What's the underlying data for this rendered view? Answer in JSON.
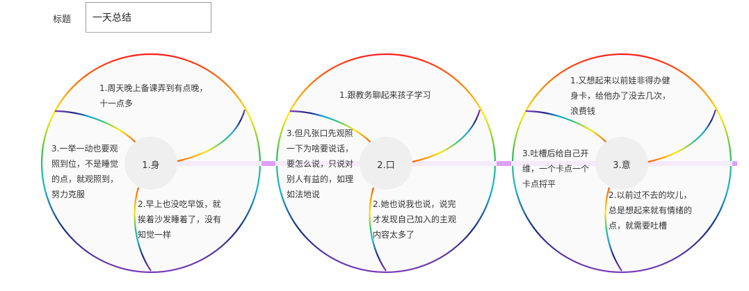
{
  "form": {
    "title_label": "标题",
    "title_value": "一天总结"
  },
  "colors": {
    "connector": "#dd9ff5",
    "connector_faint": "#f4eaf9",
    "circle_fill": "#fafafa",
    "center_fill": "#efefef",
    "rainbow": [
      "#ff2020",
      "#ff8c00",
      "#ffee00",
      "#33c24d",
      "#15b0d8",
      "#1a237e",
      "#7b3fb5"
    ]
  },
  "circles": [
    {
      "center_label": "1.身",
      "items": [
        {
          "text": "1.周天晚上备课弄到有点晚，十一点多"
        },
        {
          "text": "2.早上也没吃早饭，就挨着沙发睡着了，没有知觉一样"
        },
        {
          "text": "3.一举一动也要观照到位，不是睡觉的点，就观照到，努力克服"
        }
      ]
    },
    {
      "center_label": "2.口",
      "items": [
        {
          "text": "1.跟教务聊起来孩子学习"
        },
        {
          "text": "2.她也说我也说，说完才发现自己加入的主观内容太多了"
        },
        {
          "text": "3.但凡张口先观照一下为啥要说话，要怎么说，只说对别人有益的，如理如法地说"
        }
      ]
    },
    {
      "center_label": "3.意",
      "items": [
        {
          "text": "1.又想起来以前娃非得办健身卡，给他办了没去几次，浪费钱"
        },
        {
          "text": "2.以前过不去的坎儿，总是想起来就有情绪的点，就需要吐槽"
        },
        {
          "text": "3.吐槽后给自己开维，一个卡点一个卡点捋平"
        }
      ]
    }
  ]
}
